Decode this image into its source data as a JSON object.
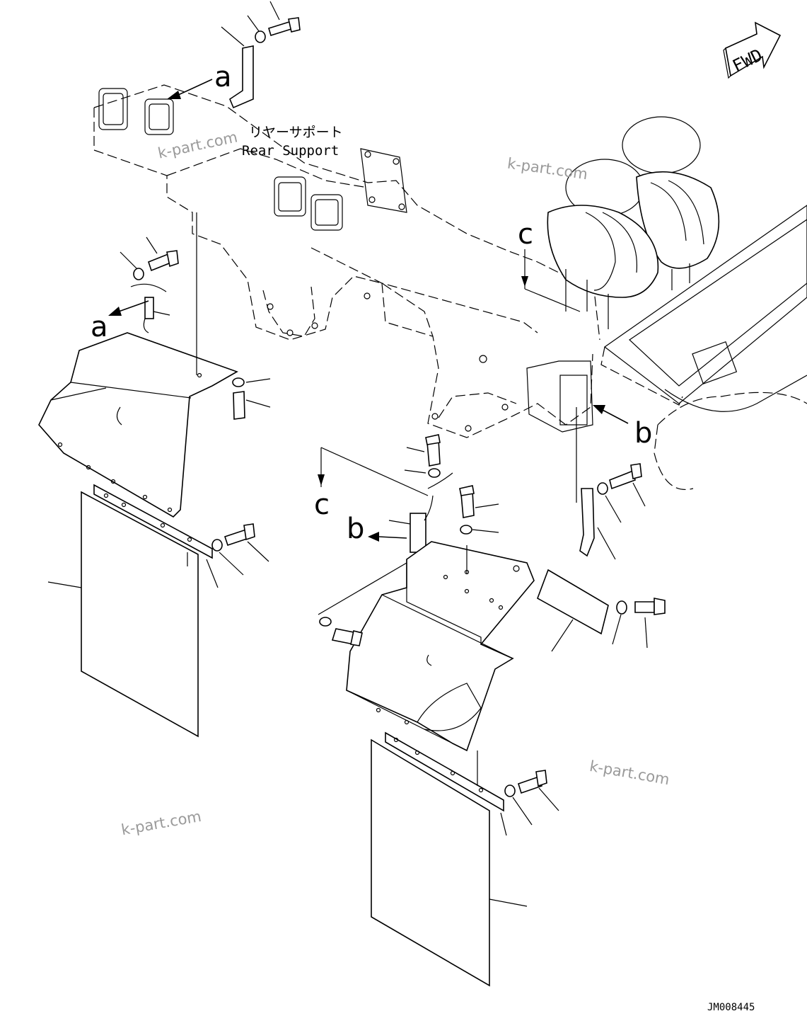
{
  "diagram": {
    "fwd_label": "FWD",
    "rear_support_jp": "リヤーサポート",
    "rear_support_en": "Rear Support",
    "drawing_number": "JM008445",
    "section_labels": {
      "a_top": "a",
      "a_left": "a",
      "b_right": "b",
      "b_mid": "b",
      "c_top": "c",
      "c_mid": "c"
    },
    "watermarks": [
      "k-part.com",
      "k-part.com",
      "k-part.com",
      "k-part.com"
    ]
  }
}
